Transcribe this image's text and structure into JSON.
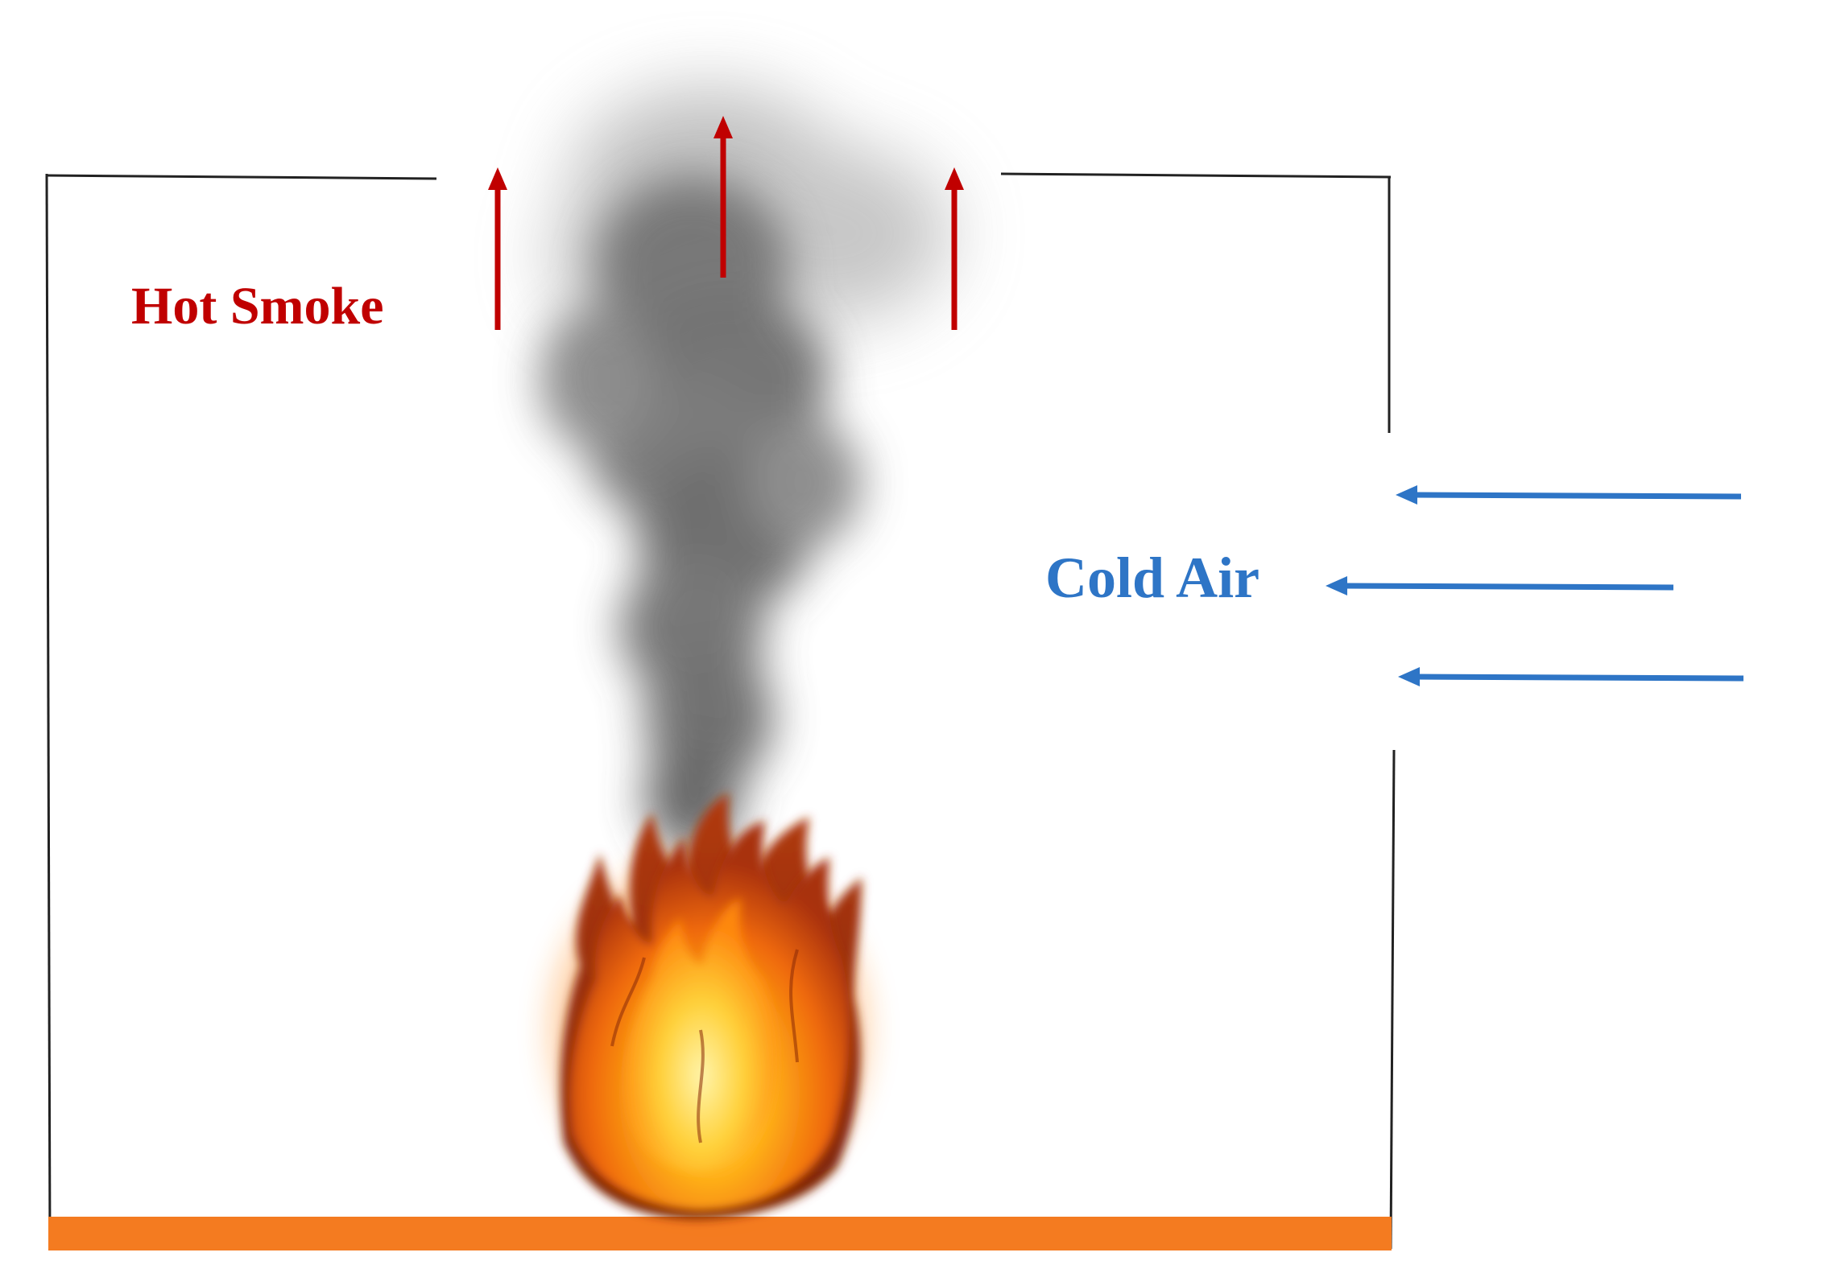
{
  "labels": {
    "hot_smoke": "Hot Smoke",
    "cold_air": "Cold Air"
  },
  "colors": {
    "hot_smoke_arrow": "#c00000",
    "hot_smoke_text": "#c00000",
    "cold_air_arrow": "#2e75c6",
    "cold_air_text": "#2e75c6",
    "floor": "#f47b20",
    "walls": "#222222",
    "smoke": "#555555"
  },
  "elements": {
    "hot_smoke_arrows_count": 3,
    "cold_air_arrows_count": 3,
    "fire_icon": "fire-icon",
    "smoke_icon": "smoke-plume-icon"
  }
}
